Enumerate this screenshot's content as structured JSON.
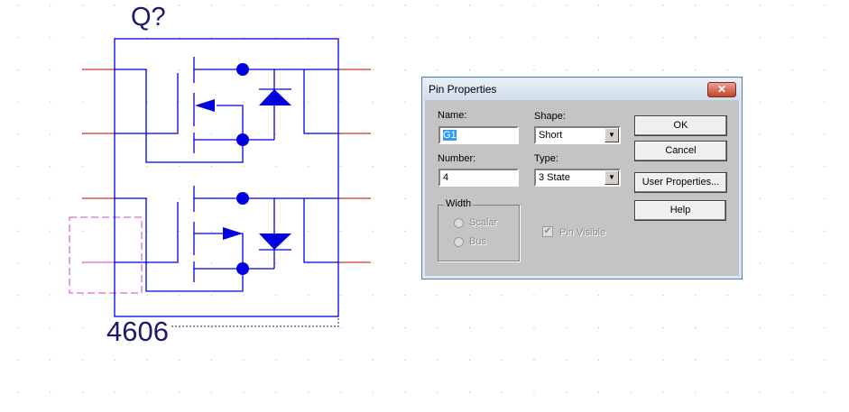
{
  "schematic": {
    "refdes": "Q?",
    "part_value": "4606",
    "colors": {
      "wire": "#0000e0",
      "pin": "#c00000",
      "selected": "#d040d0",
      "label": "#1a1a6e"
    }
  },
  "dialog": {
    "title": "Pin Properties",
    "close_icon": "close-x",
    "name_label": "Name:",
    "name_value": "G1",
    "number_label": "Number:",
    "number_value": "4",
    "shape_label": "Shape:",
    "shape_value": "Short",
    "type_label": "Type:",
    "type_value": "3 State",
    "width_label": "Width",
    "scalar_label": "Scalar",
    "bus_label": "Bus",
    "pin_visible_label": "Pin Visible",
    "pin_visible_checked": true,
    "ok": "OK",
    "cancel": "Cancel",
    "user_properties": "User Properties...",
    "help": "Help"
  }
}
